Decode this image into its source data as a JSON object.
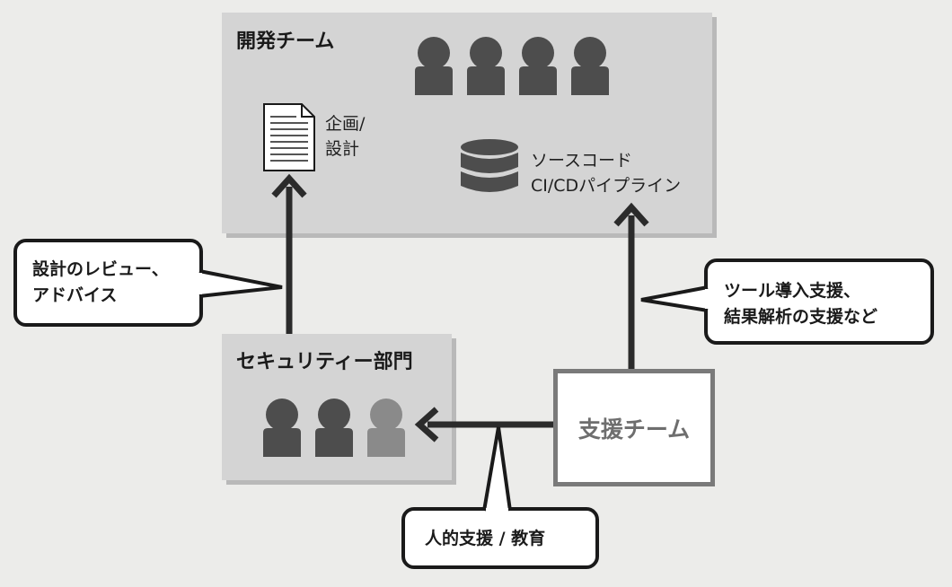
{
  "dev_team": {
    "title": "開発チーム",
    "plan_label": [
      "企画/",
      "設計"
    ],
    "code_label": [
      "ソースコード",
      "CI/CDパイプライン"
    ]
  },
  "security_dept": {
    "title": "セキュリティー部門"
  },
  "support_team": {
    "title": "支援チーム"
  },
  "callouts": {
    "design_review": [
      "設計のレビュー、",
      "アドバイス"
    ],
    "tool_support": [
      "ツール導入支援、",
      "結果解析の支援など"
    ],
    "human_support": "人的支援 / 教育"
  },
  "colors": {
    "panel": "#d4d4d4",
    "person_dark": "#4d4d4d",
    "person_light": "#8a8a8a",
    "arrow": "#2b2b2b",
    "support_border": "#7a7a7a"
  }
}
